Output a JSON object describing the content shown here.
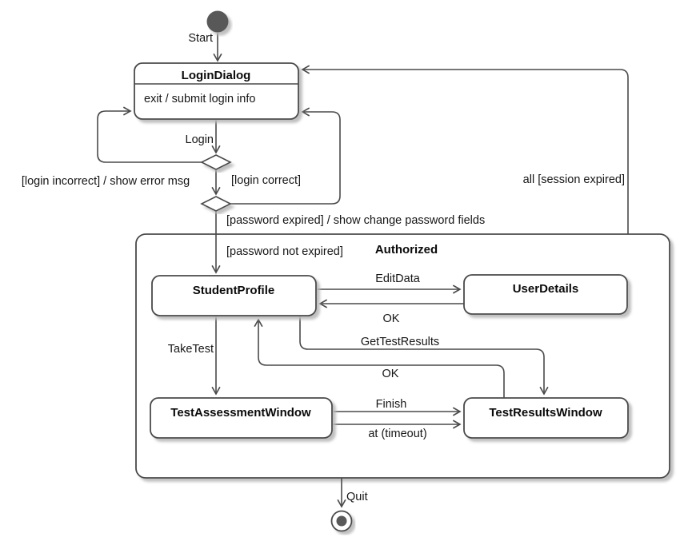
{
  "diagram": {
    "type": "uml-state-machine",
    "colors": {
      "line": "#4a4a4a",
      "state_fill": "#ffffff",
      "text": "#161616",
      "shadow": "#b9b9b9",
      "initial_state_fill": "#595959",
      "final_state_dot_fill": "#595959"
    },
    "states": {
      "login_dialog": {
        "title": "LoginDialog",
        "internal_activity": "exit / submit login info"
      },
      "authorized": {
        "title": "Authorized"
      },
      "student_profile": {
        "title": "StudentProfile"
      },
      "user_details": {
        "title": "UserDetails"
      },
      "test_assessment_window": {
        "title": "TestAssessmentWindow"
      },
      "test_results_window": {
        "title": "TestResultsWindow"
      }
    },
    "labels": {
      "start": "Start",
      "login": "Login",
      "login_incorrect": "[login incorrect] / show error msg",
      "login_correct": "[login correct]",
      "password_expired": "[password expired] / show change password fields",
      "password_not_expired": "[password not expired]",
      "session_expired": "all [session expired]",
      "edit_data": "EditData",
      "ok_from_user_details": "OK",
      "get_test_results": "GetTestResults",
      "ok_from_test_results": "OK",
      "take_test": "TakeTest",
      "finish": "Finish",
      "at_timeout": "at (timeout)",
      "quit": "Quit"
    }
  }
}
